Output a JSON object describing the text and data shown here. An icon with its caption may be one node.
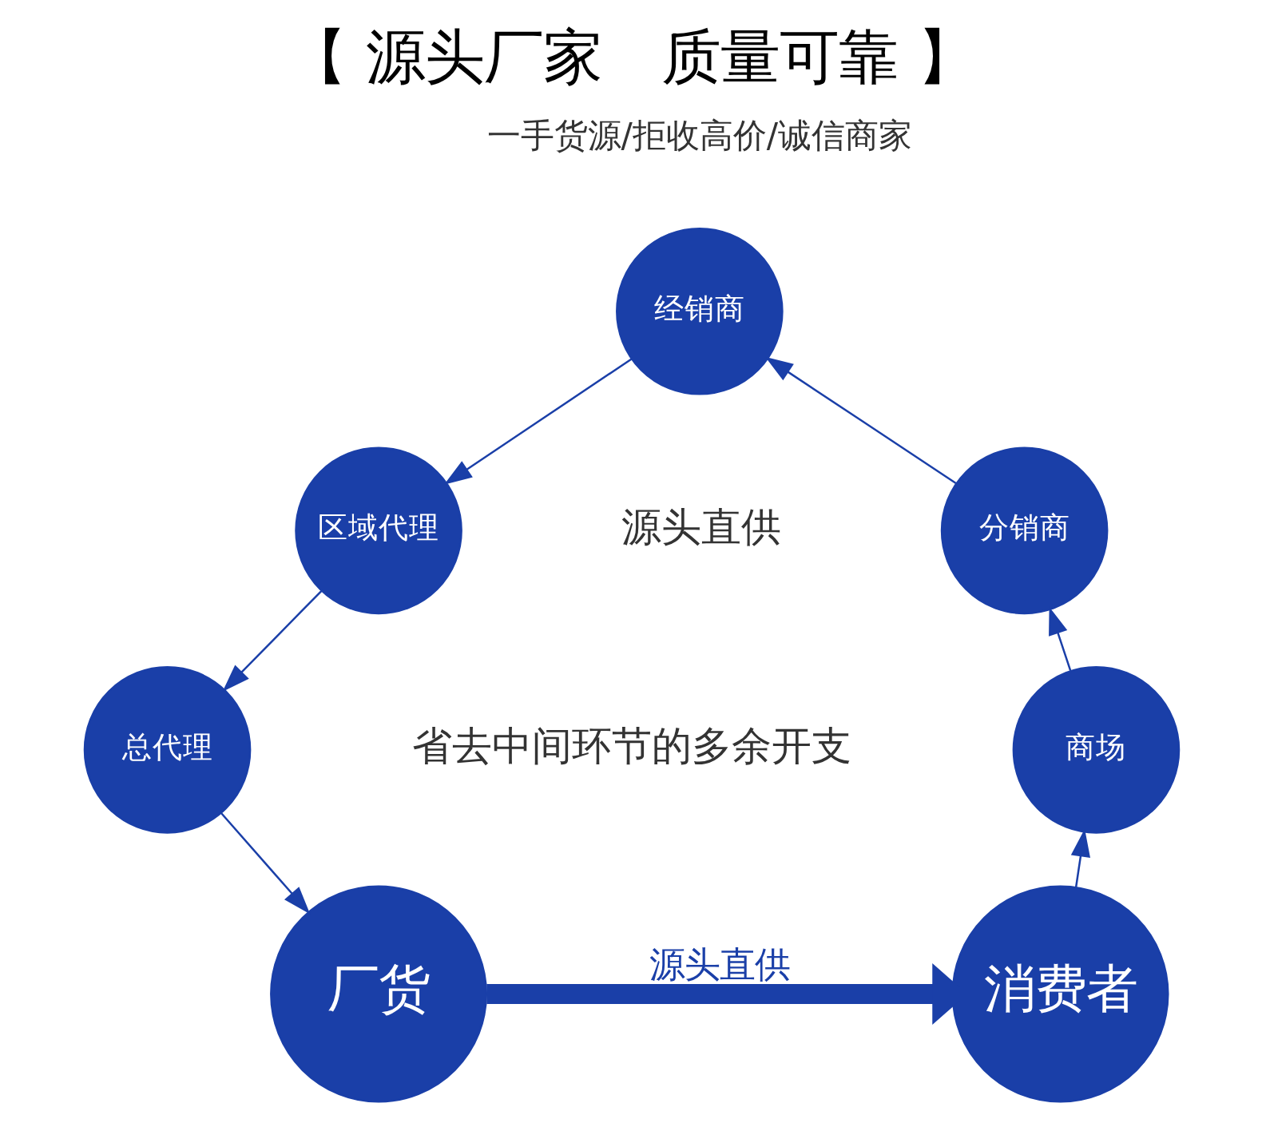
{
  "diagram": {
    "title": "【 源头厂家　质量可靠 】",
    "nodes": [
      {
        "text": [
          "厂货"
        ]
      },
      {
        "text": [
          "总代理"
        ]
      },
      {
        "text": [
          "区域代理"
        ]
      },
      {
        "text": [
          "经销商"
        ]
      },
      {
        "text": [
          "分销商"
        ]
      },
      {
        "text": [
          "商场"
        ]
      },
      {
        "text": [
          "消费者"
        ]
      }
    ],
    "edges": [
      {
        "from": 6,
        "to": 5,
        "arrow": "to"
      },
      {
        "from": 5,
        "to": 4,
        "arrow": "to"
      },
      {
        "from": 4,
        "to": 3,
        "arrow": "to"
      },
      {
        "from": 3,
        "to": 2,
        "arrow": "to"
      },
      {
        "from": 2,
        "to": 1,
        "arrow": "to"
      },
      {
        "from": 1,
        "to": 0,
        "arrow": "to"
      },
      {
        "from": 0,
        "to": 6,
        "arrow": "to",
        "label": "源头直供",
        "style": "thick"
      }
    ],
    "labels": [
      "一手货源/拒收高价/诚信商家",
      "源头直供",
      "省去中间环节的多余开支"
    ]
  }
}
